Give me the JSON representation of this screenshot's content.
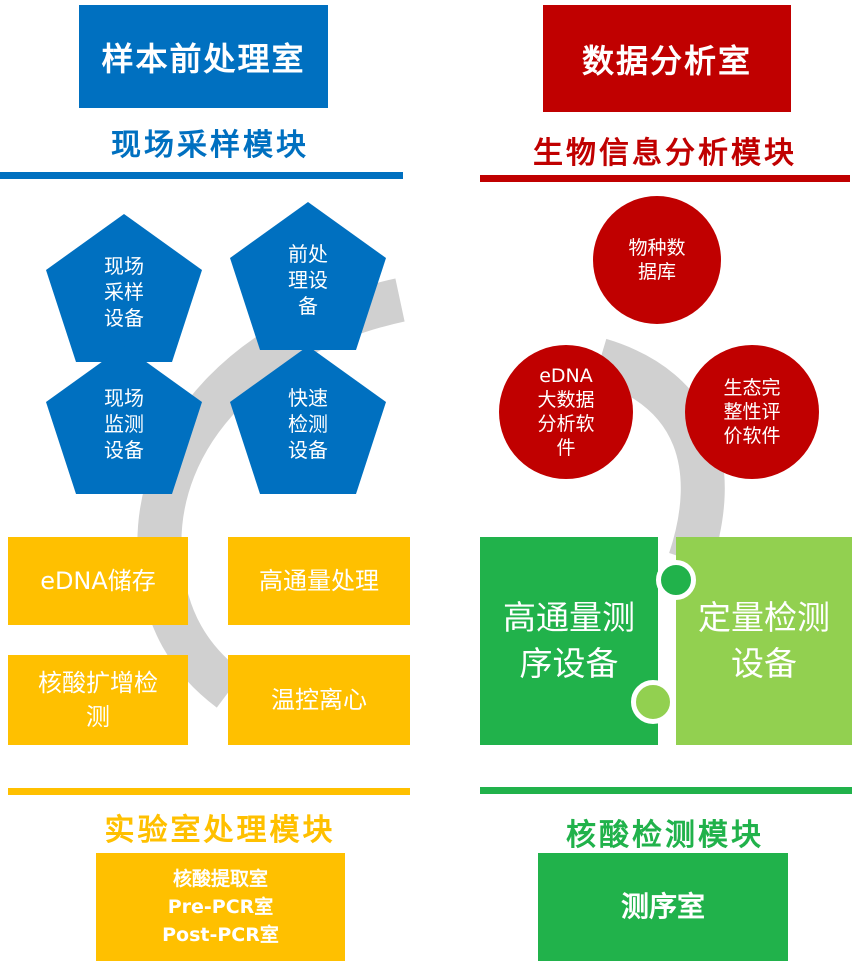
{
  "left": {
    "room_title": "样本前处理室",
    "field_module_title": "现场采样模块",
    "pentagons": [
      {
        "label": "现场\n采样\n设备"
      },
      {
        "label": "前处\n理设\n备"
      },
      {
        "label": "现场\n监测\n设备"
      },
      {
        "label": "快速\n检测\n设备"
      }
    ],
    "lab_boxes": [
      {
        "label": "eDNA储存"
      },
      {
        "label": "高通量处理"
      },
      {
        "label": "核酸扩增检\n测"
      },
      {
        "label": "温控离心"
      }
    ],
    "lab_module_title": "实验室处理模块",
    "lab_rooms": "核酸提取室\nPre-PCR室\nPost-PCR室"
  },
  "right": {
    "room_title": "数据分析室",
    "bio_module_title": "生物信息分析模块",
    "circles": [
      {
        "label": "物种数\n据库"
      },
      {
        "label": "eDNA\n大数据\n分析软\n件"
      },
      {
        "label": "生态完\n整性评\n价软件"
      }
    ],
    "puzzle": [
      {
        "label": "高通量测\n序设备"
      },
      {
        "label": "定量检测\n设备"
      }
    ],
    "nucleic_module_title": "核酸检测模块",
    "seq_room": "测序室"
  },
  "colors": {
    "blue": "#0070c0",
    "red": "#c00000",
    "yellow": "#ffc000",
    "green_dark": "#21b24b",
    "green_light": "#92d050",
    "gray": "#d0d0d0"
  }
}
